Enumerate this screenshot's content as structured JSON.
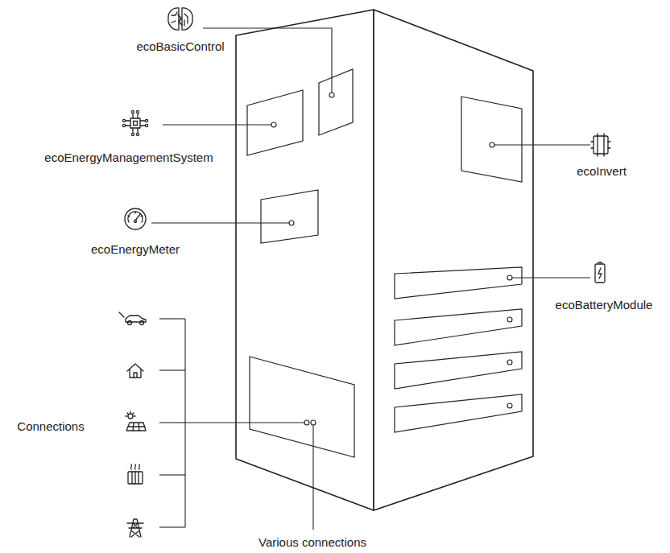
{
  "diagram": {
    "labels": [
      "ecoBasicControl",
      "ecoEnergyManagementSystem",
      "ecoInvert",
      "ecoEnergyMeter",
      "ecoBatteryModule",
      "Connections",
      "Various connections"
    ]
  }
}
